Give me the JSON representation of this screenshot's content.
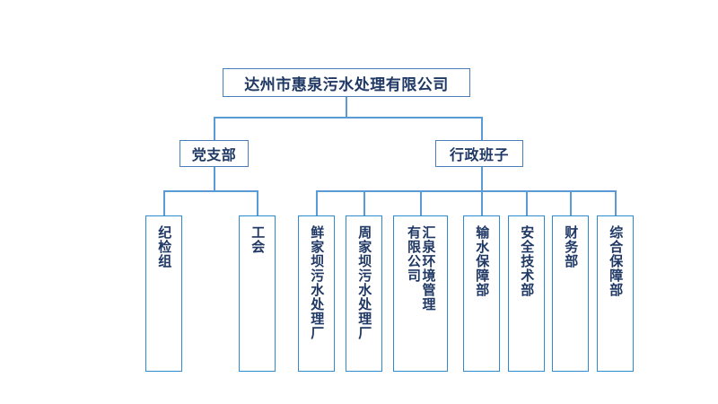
{
  "diagram": {
    "type": "org-chart",
    "title_box": {
      "label": "达州市惠泉污水处理有限公司"
    },
    "level2": [
      {
        "label": "党支部"
      },
      {
        "label": "行政班子"
      }
    ],
    "level3_party": [
      {
        "label": "纪检组"
      },
      {
        "label": "工会"
      }
    ],
    "level3_admin": [
      {
        "label": "鲜家坝污水处理厂"
      },
      {
        "label": "周家坝污水处理厂"
      },
      {
        "label": "汇泉环境管理",
        "label2": "有限公司"
      },
      {
        "label": "输水保障部"
      },
      {
        "label": "安全技术部"
      },
      {
        "label": "财务部"
      },
      {
        "label": "综合保障部"
      }
    ],
    "colors": {
      "box_border_top": "#4a7ebb",
      "box_border_bottom": "#2e8bd0",
      "connector": "#5b9bd5",
      "text": "#1f3864",
      "background": "#ffffff"
    }
  }
}
